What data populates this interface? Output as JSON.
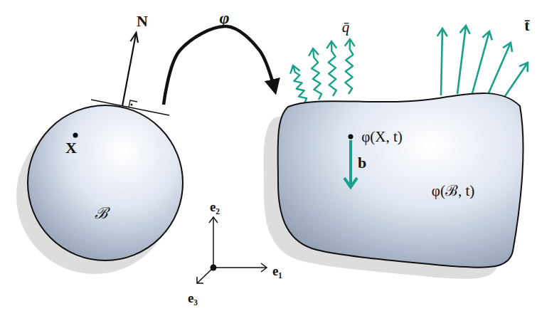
{
  "diagram": {
    "nodes": [
      {
        "text": [
          "X",
          "ℬ"
        ]
      },
      {
        "text": [
          "φ(X, t)",
          "b",
          "φ(ℬ, t)"
        ]
      }
    ],
    "edges": [
      {
        "from": 0,
        "to": 1,
        "arrow": "to",
        "label": "φ"
      }
    ],
    "labels": [
      "N",
      "q̄",
      "t̄",
      "e₂",
      "e₁",
      "e₃"
    ]
  }
}
